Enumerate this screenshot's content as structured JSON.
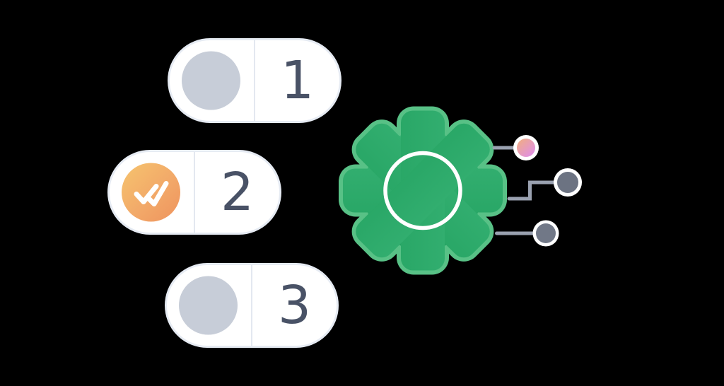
{
  "illustration": {
    "name": "process-steps-gear-illustration",
    "background_color": "#000000",
    "steps": [
      {
        "number": "1",
        "status": "pending",
        "dot_color": "#c7cdd8"
      },
      {
        "number": "2",
        "status": "complete",
        "icon": "double-check-icon",
        "dot_gradient_start": "#f6c46e",
        "dot_gradient_end": "#ef935d"
      },
      {
        "number": "3",
        "status": "pending",
        "dot_color": "#c7cdd8"
      }
    ],
    "pill": {
      "fill": "#ffffff",
      "border_color": "#e6ebf3",
      "divider_color": "#e3e8f0",
      "number_color": "#495266"
    },
    "gear": {
      "icon": "gear-icon",
      "gradient_top": "#3eb77b",
      "gradient_bottom": "#1d9e5b",
      "outline_color": "#58c186",
      "ring_color": "#ffffff"
    },
    "connectors": {
      "line_color": "#9aa1b0",
      "nodes": [
        {
          "shape": "circle",
          "ring_color": "#ffffff",
          "fill_start": "#f0ad84",
          "fill_end": "#e08fe6"
        },
        {
          "shape": "circle",
          "ring_color": "#ffffff",
          "fill": "#6c7382"
        },
        {
          "shape": "circle",
          "ring_color": "#ffffff",
          "fill": "#717887"
        }
      ]
    }
  }
}
